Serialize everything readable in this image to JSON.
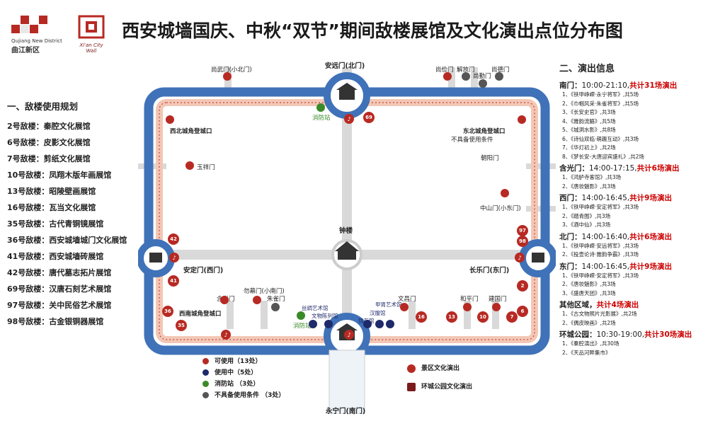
{
  "title": "西安城墙国庆、中秋“双节”期间敌楼展馆及文化演出点位分布图",
  "logos": {
    "qujiang_en": "Qujiang New District",
    "qujiang_cn": "曲江新区",
    "citywall_cn": "Xi'an City Wall"
  },
  "left_panel": {
    "heading": "一、敌楼使用规划",
    "rows": [
      "2号敌楼：秦腔文化展馆",
      "6号敌楼：皮影文化展馆",
      "7号敌楼：剪纸文化展馆",
      "10号敌楼：凤翔木版年画展馆",
      "13号敌楼：昭陵壁画展馆",
      "16号敌楼：瓦当文化展馆",
      "35号敌楼：古代青铜镜展馆",
      "36号敌楼：西安城墙城门文化展馆",
      "41号敌楼：西安城墙砖展馆",
      "42号敌楼：唐代墓志拓片展馆",
      "69号敌楼：汉唐石刻艺术展馆",
      "97号敌楼：关中民俗艺术展馆",
      "98号敌楼：古金银铜器展馆"
    ]
  },
  "right_panel": {
    "heading": "二、演出信息",
    "sections": [
      {
        "name": "南门：",
        "time": "10:00-21:10,",
        "count": "共计31场演出",
        "items": [
          "1、《铁甲峥嵘·永宁将军》,共5场",
          "2、《巾帼风采·朱雀将军》,共5场",
          "3、《长安史官》,共3场",
          "4、《雅韵流觞》,共5场",
          "5、《城洞水影》,共8场",
          "6、《诗仙双临·萌趣互动》,共3场",
          "7、《华灯初上》,共2场",
          "8、《梦长安-大唐迎宾盛礼》,共2场"
        ]
      },
      {
        "name": "含光门：",
        "time": "14:00-17:15,",
        "count": "共计6场演出",
        "items": [
          "1、《鸿胪寺客馆》,共3场",
          "2、《唐妆魅影》,共3场"
        ]
      },
      {
        "name": "西门：",
        "time": "14:00-16:45,",
        "count": "共计9场演出",
        "items": [
          "1、《铁甲峥嵘·安定将军》,共3场",
          "2、《踏青图》,共3场",
          "3、《酒中仙》,共3场"
        ]
      },
      {
        "name": "北门：",
        "time": "14:00-16:40,",
        "count": "共计6场演出",
        "items": [
          "1、《铁甲峥嵘·安远将军》,共3场",
          "2、《投壶论诗·雅韵争霸》,共3场"
        ]
      },
      {
        "name": "东门：",
        "time": "14:00-16:45,",
        "count": "共计9场演出",
        "items": [
          "1、《铁甲峥嵘·安定将军》,共3场",
          "2、《唐妆魅影》,共3场",
          "3、《盛唐天团》,共3场"
        ]
      },
      {
        "name": "其他区域，",
        "time": "",
        "count": "共计4场演出",
        "items": [
          "1、《古文物照片光影展》,共2场",
          "2、《偶皮映画》,共2场"
        ]
      },
      {
        "name": "环城公园：",
        "time": "10:30-19:00,",
        "count": "共计30场演出",
        "items": [
          "1、《秦腔演出》,共30场",
          "2、《天品河畔集市》"
        ]
      }
    ]
  },
  "map": {
    "gates": {
      "north": "安远门(北门)",
      "south": "永宁门(南门)",
      "west": "安定门(西门)",
      "east": "长乐门(东门)",
      "center": "钟楼"
    },
    "corners": {
      "nw": "西北城角登城口",
      "ne": "东北城角登城口",
      "sw": "西南城角登城口"
    },
    "small_gates": {
      "shangwu": "尚武门(小北门)",
      "shangjian": "尚俭门",
      "jiefang": "解放门",
      "shangqin": "尚勤门",
      "shangde": "尚德门",
      "yuxiang": "玉祥门",
      "chaoyang": "朝阳门",
      "zhongshan": "中山门(小东门)",
      "hanguang": "含光门",
      "qinxian": "勿幕门(小南门)",
      "zhuque": "朱雀门",
      "wenchang": "文昌门",
      "heping": "和平门",
      "jianguo": "建国门"
    },
    "labels": {
      "fire_station": "消防站",
      "not_ready": "不具备使用条件",
      "silk_art": "丝绸艺术馆",
      "relic_gallery": "文物陈列馆",
      "hanyu": "汉服馆",
      "jiapi": "甲胄艺术馆",
      "zhongdong": "锦东馆"
    },
    "pins_red": [
      "69",
      "42",
      "41",
      "36",
      "35",
      "16",
      "13",
      "10",
      "7",
      "6",
      "2",
      "97",
      "98"
    ]
  },
  "legend": {
    "items": [
      {
        "label": "可使用（13处）",
        "color": "#b72a23"
      },
      {
        "label": "使用中（5处）",
        "color": "#1f2a6b"
      },
      {
        "label": "消防站 （3处）",
        "color": "#3a8a2a"
      },
      {
        "label": "不具备使用条件 （3处）",
        "color": "#555555"
      }
    ],
    "scenic": "景区文化演出",
    "park": "环城公园文化演出"
  },
  "colors": {
    "wall_blue": "#3f72b8",
    "wall_inner": "#f7dccf",
    "road": "#d9d9d9",
    "accent_red": "#b72a23"
  }
}
